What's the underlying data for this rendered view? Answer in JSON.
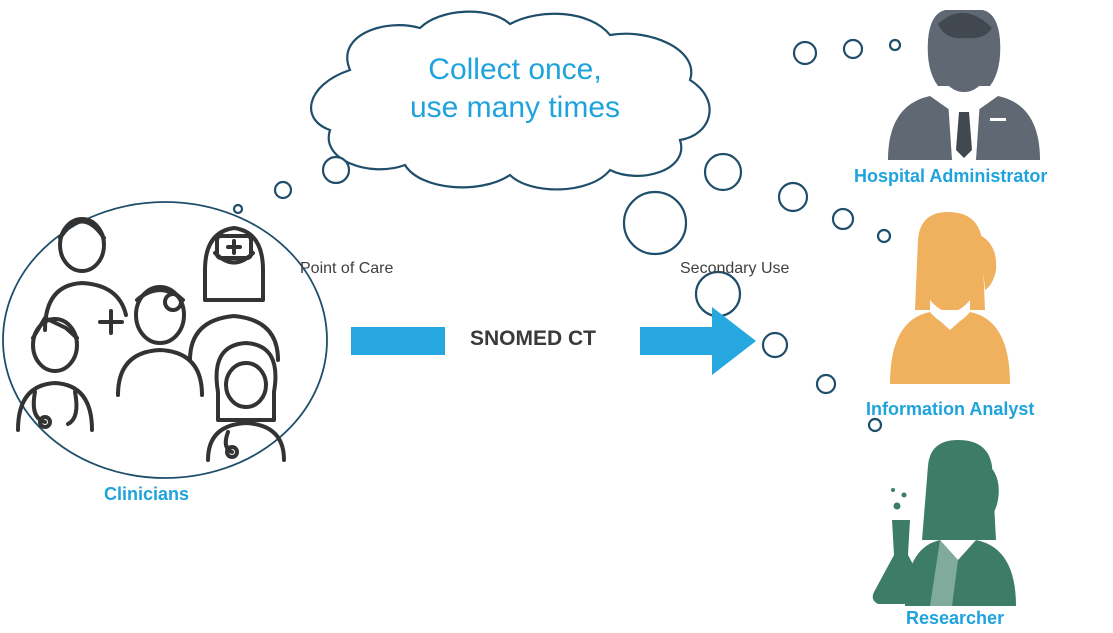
{
  "cloud": {
    "line1": "Collect once,",
    "line2": "use many times"
  },
  "labels": {
    "point_of_care": "Point of Care",
    "secondary_use": "Secondary Use",
    "arrow": "SNOMED CT"
  },
  "roles": {
    "clinicians": "Clinicians",
    "hospital_administrator": "Hospital Administrator",
    "information_analyst": "Information Analyst",
    "researcher": "Researcher"
  },
  "colors": {
    "accent": "#1ea3dc",
    "arrow": "#27a7df",
    "admin": "#5f6873",
    "analyst": "#efb15e",
    "researcher": "#3d7d68",
    "outline": "#1f4e6b"
  }
}
